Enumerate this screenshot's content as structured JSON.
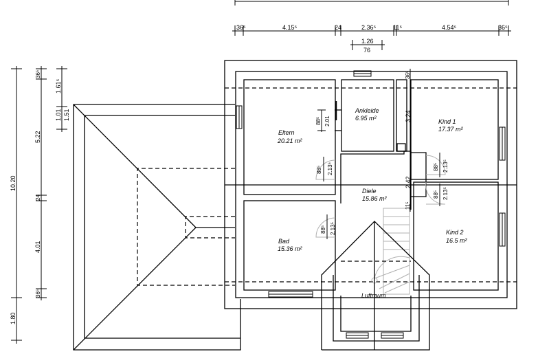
{
  "rooms": [
    {
      "name": "Eltern",
      "area": "20.21 m²"
    },
    {
      "name": "Ankleide",
      "area": "6.95 m²"
    },
    {
      "name": "Kind 1",
      "area": "17.37 m²"
    },
    {
      "name": "Diele",
      "area": "15.86 m²"
    },
    {
      "name": "Bad",
      "area": "15.36 m²"
    },
    {
      "name": "Kind 2",
      "area": "16.5 m²"
    },
    {
      "name": "Luftraum"
    }
  ],
  "dims_top": [
    "36⁵",
    "4.15⁵",
    "24",
    "2.36⁵",
    "11⁵",
    "4.54⁵",
    "36⁵"
  ],
  "dims_top_small": [
    "1.26",
    "76"
  ],
  "dims_left_outer": [
    "10.20",
    "1.80"
  ],
  "dims_left_mid": [
    "36⁵",
    "5.22",
    "24",
    "4.01",
    "36⁵"
  ],
  "dims_left_inner": [
    "1.61⁵",
    "1.01",
    "1.51"
  ],
  "dims_inner": [
    "3.24",
    "2.42",
    "36⁵",
    "11⁵"
  ],
  "door_dims": [
    {
      "w": "88⁵",
      "h": "2.01"
    },
    {
      "w": "88⁵",
      "h": "2.13⁵"
    },
    {
      "w": "88⁵",
      "h": "2.13⁵"
    },
    {
      "w": "88⁵",
      "h": "2.13⁵"
    },
    {
      "w": "88⁵",
      "h": "2.13⁵"
    }
  ]
}
